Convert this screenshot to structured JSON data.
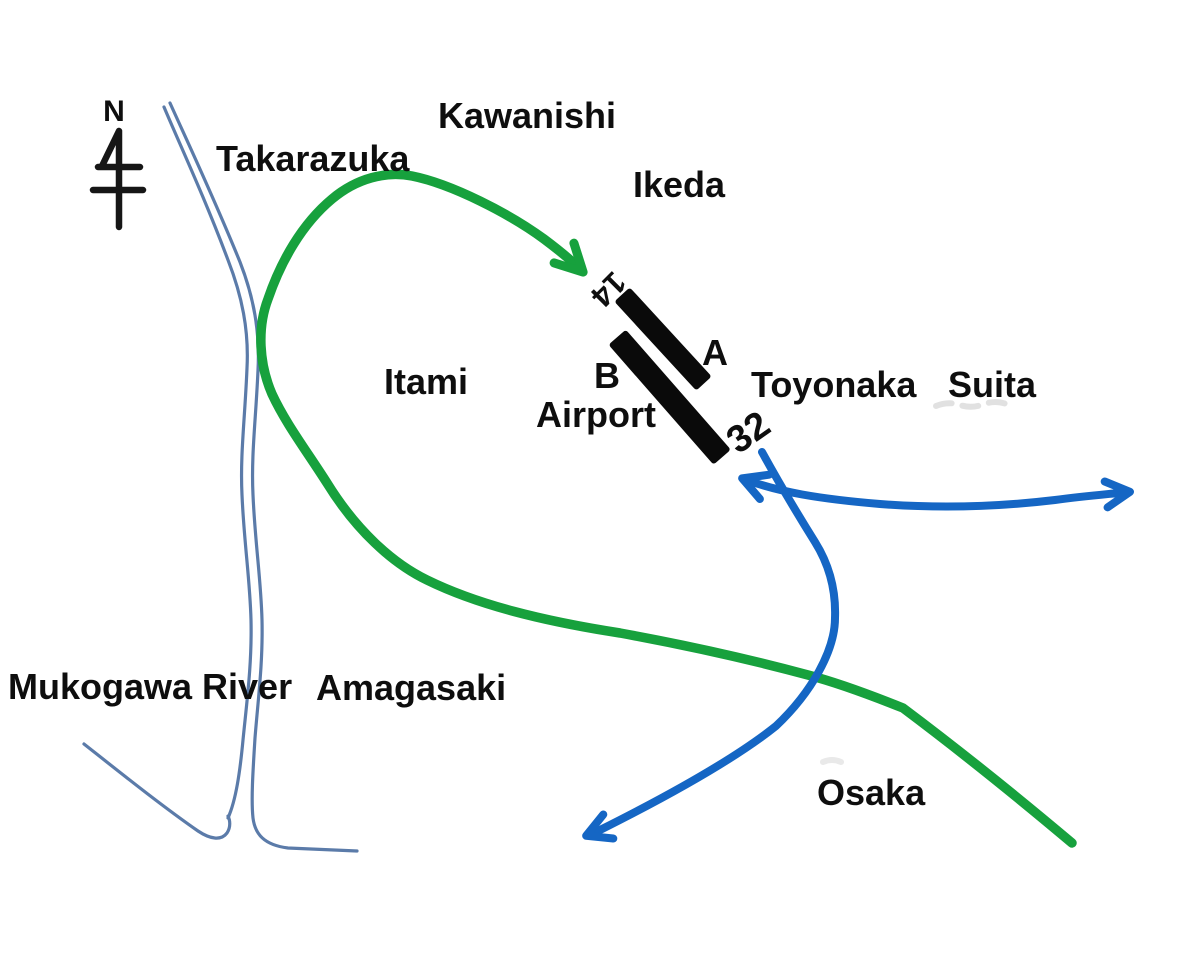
{
  "compass": {
    "north_label": "N"
  },
  "places": {
    "kawanishi": "Kawanishi",
    "takarazuka": "Takarazuka",
    "ikeda": "Ikeda",
    "itami": "Itami",
    "airport": "Airport",
    "toyonaka": "Toyonaka",
    "suita": "Suita",
    "mukogawa_river": "Mukogawa River",
    "amagasaki": "Amagasaki",
    "osaka": "Osaka"
  },
  "runways": {
    "runway_a_label": "A",
    "runway_b_label": "B",
    "threshold_14": "14",
    "threshold_32": "32"
  },
  "colors": {
    "route_green": "#17a13d",
    "route_blue": "#1566c4",
    "river": "#5b7ba9",
    "runway": "#0a0a0a"
  }
}
